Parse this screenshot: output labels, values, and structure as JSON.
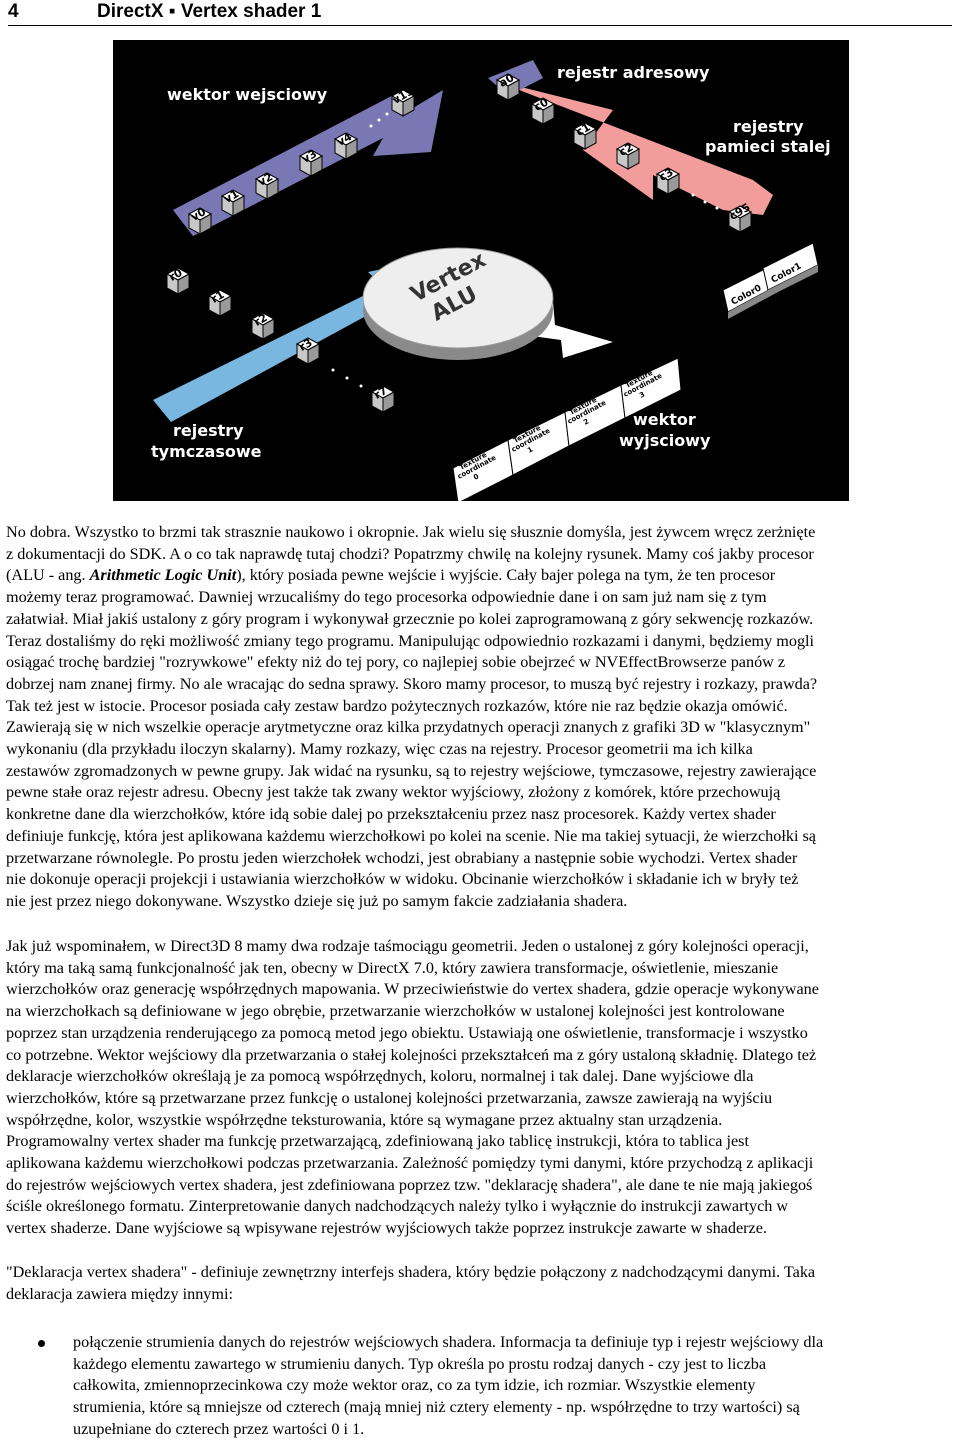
{
  "header": {
    "page_number": "4",
    "title": "DirectX ▪ Vertex shader 1"
  },
  "figure": {
    "labels": {
      "input_vector": "wektor wejsciowy",
      "address_register": "rejestr adresowy",
      "constant_registers_1": "rejestry",
      "constant_registers_2": "pamieci stalej",
      "alu_1": "Vertex",
      "alu_2": "ALU",
      "temp_registers_1": "rejestry",
      "temp_registers_2": "tymczasowe",
      "output_vector_1": "wektor",
      "output_vector_2": "wyjsciowy"
    },
    "input_cubes": [
      "v0",
      "v1",
      "v2",
      "v3",
      "v4",
      "v15"
    ],
    "temp_cubes": [
      "r0",
      "r1",
      "r2",
      "r3",
      "r7"
    ],
    "constant_cubes": [
      "c0",
      "c1",
      "c2",
      "c3",
      "c95"
    ],
    "address_cube": "a0",
    "color_outputs": [
      "Color0",
      "Color1"
    ],
    "texture_outputs": [
      {
        "line1": "Texture",
        "line2": "coordinate",
        "line3": "0"
      },
      {
        "line1": "Texture",
        "line2": "coordinate",
        "line3": "1"
      },
      {
        "line1": "Texture",
        "line2": "coordinate",
        "line3": "2"
      },
      {
        "line1": "Texture",
        "line2": "coordinate",
        "line3": "3"
      }
    ],
    "colors": {
      "input_arrow": "#7a78b4",
      "constant_arrow": "#f29c9c",
      "temp_arrow": "#79b7e0",
      "output_arrow": "#ffffff",
      "background": "#000000"
    }
  },
  "paragraphs": [
    {
      "lines": [
        "No dobra. Wszystko to brzmi tak strasznie naukowo i okropnie. Jak wielu się słusznie domyśla, jest żywcem wręcz zerżnięte",
        "z dokumentacji do SDK. A o co tak naprawdę tutaj chodzi? Popatrzmy chwilę na kolejny rysunek. Mamy coś jakby procesor",
        "(ALU - ang. "
      ],
      "alu_words": [
        "Arithmetic",
        "Logic",
        "Unit"
      ],
      "alu_tail": "), który posiada pewne wejście i wyjście. Cały bajer polega na tym, że ten procesor",
      "rest_lines": [
        "możemy teraz programować. Dawniej wrzucaliśmy do tego procesorka odpowiednie dane i on sam już nam się z tym",
        "załatwiał. Miał jakiś ustalony z góry program i wykonywał grzecznie po kolei zaprogramowaną z góry sekwencję rozkazów.",
        "Teraz dostaliśmy do ręki możliwość zmiany tego programu. Manipulując odpowiednio rozkazami i danymi, będziemy mogli",
        "osiągać trochę bardziej \"rozrywkowe\" efekty niż do tej pory, co najlepiej sobie obejrzeć w NVEffectBrowserze panów z",
        "dobrzej nam znanej firmy. No ale wracając do sedna sprawy. Skoro mamy procesor, to muszą być rejestry i rozkazy, prawda?",
        "Tak też jest w istocie. Procesor posiada cały zestaw bardzo pożytecznych rozkazów, które nie raz będzie okazja omówić.",
        "Zawierają się w nich wszelkie operacje arytmetyczne oraz kilka przydatnych operacji znanych z grafiki 3D w \"klasycznym\"",
        "wykonaniu (dla przykładu iloczyn skalarny). Mamy rozkazy, więc czas na rejestry. Procesor geometrii ma ich kilka",
        "zestawów zgromadzonych w pewne grupy. Jak widać na rysunku, są to rejestry wejściowe, tymczasowe, rejestry zawierające",
        "pewne stałe oraz rejestr adresu. Obecny jest także tak zwany wektor wyjściowy, złożony z komórek, które przechowują",
        "konkretne dane dla wierzchołków, które idą sobie dalej po przekształceniu przez nasz procesorek. Każdy vertex shader",
        "definiuje funkcję, która jest aplikowana każdemu wierzchołkowi po kolei na scenie. Nie ma takiej sytuacji, że wierzchołki są",
        "przetwarzane równolegle. Po prostu jeden wierzchołek wchodzi, jest obrabiany a następnie sobie wychodzi. Vertex shader",
        "nie dokonuje operacji projekcji i ustawiania wierzchołków w widoku. Obcinanie wierzchołków i składanie ich w bryły też",
        "nie jest przez niego dokonywane. Wszystko dzieje się już po samym fakcie zadziałania shadera."
      ]
    },
    {
      "lines": [
        "Jak już wspominałem, w Direct3D 8 mamy dwa rodzaje taśmociągu geometrii. Jeden o ustalonej z góry kolejności operacji,",
        "który ma taką samą funkcjonalność jak ten, obecny w DirectX 7.0, który zawiera transformacje, oświetlenie, mieszanie",
        "wierzchołków oraz generację współrzędnych mapowania. W przeciwieństwie do vertex shadera, gdzie operacje wykonywane",
        "na wierzchołkach są definiowane w jego obrębie, przetwarzanie wierzchołków w ustalonej kolejności jest kontrolowane",
        "poprzez stan urządzenia renderującego za pomocą metod jego obiektu. Ustawiają one oświetlenie, transformacje i wszystko",
        "co potrzebne. Wektor wejściowy dla przetwarzania o stałej kolejności przekształceń ma z góry ustaloną składnię. Dlatego też",
        "deklaracje wierzchołków określają je za pomocą współrzędnych, koloru, normalnej i tak dalej. Dane wyjściowe dla",
        "wierzchołków, które są przetwarzane przez funkcję o ustalonej kolejności przetwarzania, zawsze zawierają na wyjściu",
        "współrzędne, kolor, wszystkie współrzędne teksturowania, które są wymagane przez aktualny stan urządzenia.",
        "Programowalny vertex shader ma funkcję przetwarzającą, zdefiniowaną jako tablicę instrukcji, która to tablica jest",
        "aplikowana każdemu wierzchołkowi podczas przetwarzania. Zależność pomiędzy tymi danymi, które przychodzą z aplikacji",
        "do rejestrów wejściowych vertex shadera, jest zdefiniowana poprzez tzw. \"deklarację shadera\", ale dane te nie mają jakiegoś",
        "ściśle określonego formatu. Zinterpretowanie danych nadchodzących należy tylko i wyłącznie do instrukcji zawartych w",
        "vertex shaderze. Dane wyjściowe są wpisywane rejestrów wyjściowych także poprzez instrukcje zawarte w shaderze."
      ]
    },
    {
      "lines": [
        "\"Deklaracja vertex shadera\" - definiuje zewnętrzny interfejs shadera, który będzie połączony z nadchodzącymi danymi. Taka",
        "deklaracja zawiera między innymi:"
      ]
    }
  ],
  "bullets": [
    {
      "lines": [
        "połączenie strumienia danych do rejestrów wejściowych shadera. Informacja ta definiuje typ i rejestr wejściowy dla",
        "każdego elementu zawartego w strumieniu danych. Typ określa po prostu rodzaj danych - czy jest to liczba",
        "całkowita, zmiennoprzecinkowa czy może wektor oraz, co za tym idzie, ich rozmiar. Wszystkie elementy",
        "strumienia, które są mniejsze od czterech (mają mniej niż cztery elementy - np. współrzędne to trzy wartości) są",
        "uzupełniane do czterech przez wartości 0 i 1."
      ]
    }
  ]
}
